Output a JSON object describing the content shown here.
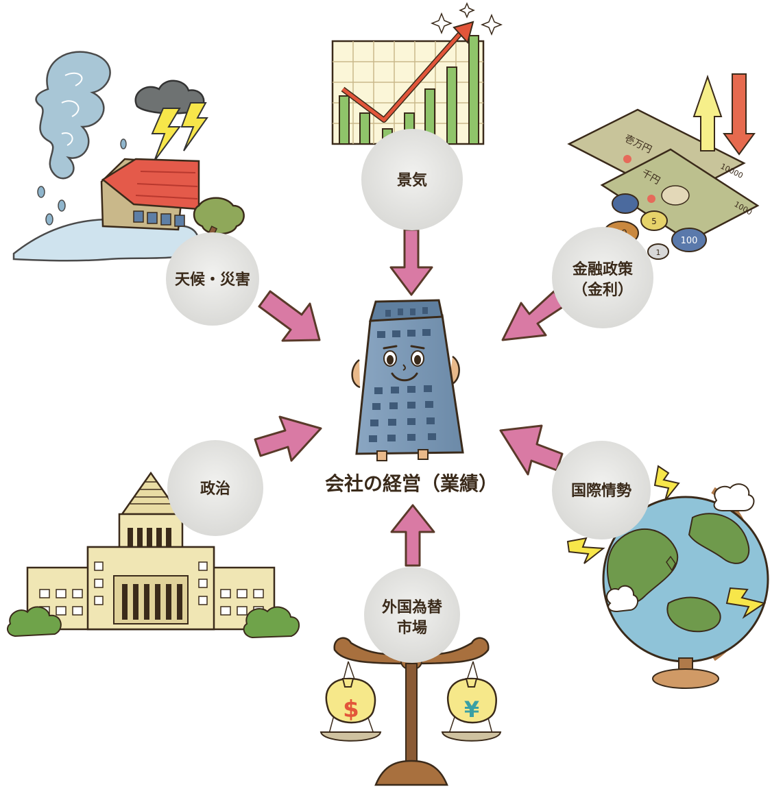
{
  "center": {
    "label": "会社の経営（業績）",
    "icon": "smiling-office-building-icon"
  },
  "factors": [
    {
      "id": "weather",
      "label": "天候・災害",
      "icon": "storm-house-icon"
    },
    {
      "id": "economy",
      "label": "景気",
      "icon": "rising-chart-icon"
    },
    {
      "id": "finance",
      "label_line1": "金融政策",
      "label_line2": "（金利）",
      "icon": "yen-money-icon",
      "money": {
        "note_1": "壱万円",
        "note_2": "千円",
        "denom_1": "10000",
        "denom_2": "1000",
        "coin_1": "10",
        "coin_2": "100",
        "coin_3": "5",
        "coin_4": "1"
      }
    },
    {
      "id": "politics",
      "label": "政治",
      "icon": "diet-building-icon"
    },
    {
      "id": "international",
      "label": "国際情勢",
      "icon": "globe-icon"
    },
    {
      "id": "forex",
      "label_line1": "外国為替",
      "label_line2": "市場",
      "icon": "balance-scale-icon",
      "currency_1": "$",
      "currency_2": "¥"
    }
  ],
  "colors": {
    "arrow": "#d97aa4",
    "bubble": "#e6e6e6",
    "building": "#7f9dbb",
    "text": "#3a2a1a"
  }
}
